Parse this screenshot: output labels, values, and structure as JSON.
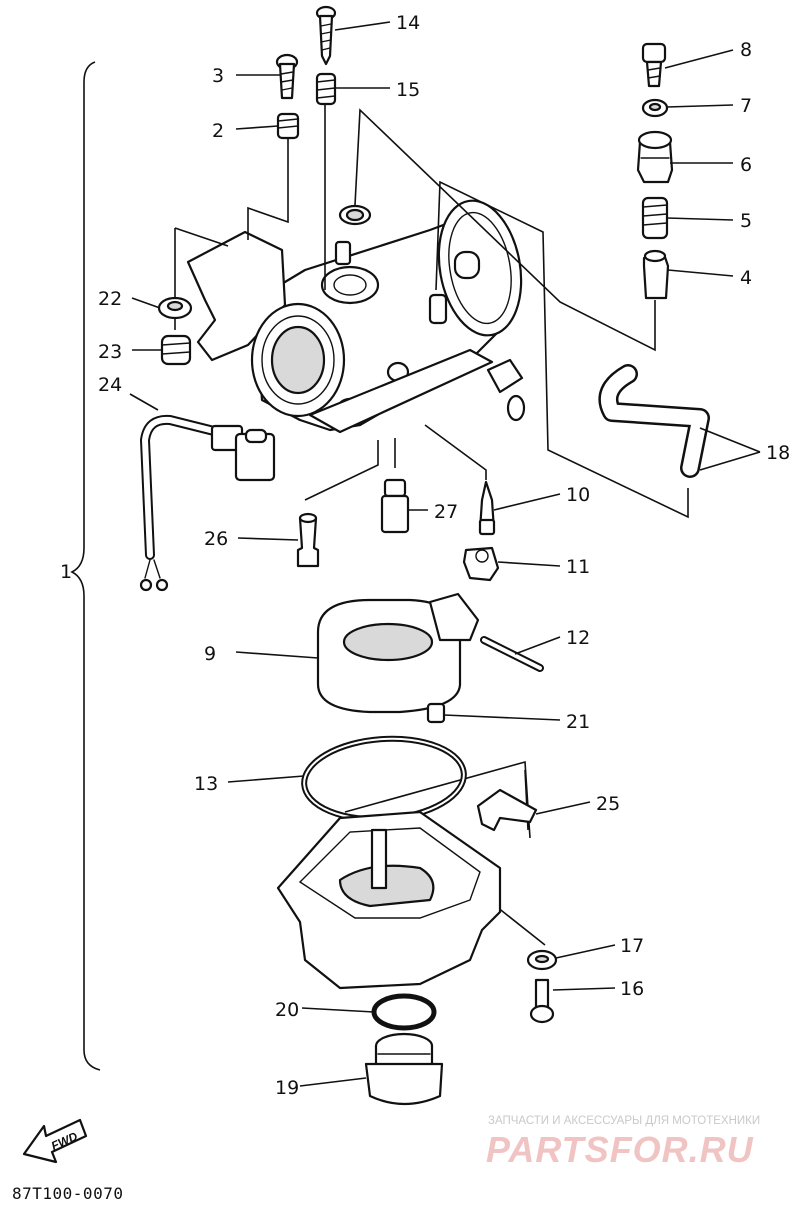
{
  "diagram_code": "87T100-0070",
  "forward_label": "FWD",
  "watermark": {
    "tagline": "ЗАПЧАСТИ И АКСЕССУАРЫ ДЛЯ МОТОТЕХНИКИ",
    "brand": "PARTSFOR.RU"
  },
  "callouts": {
    "n1": "1",
    "n2": "2",
    "n3": "3",
    "n4": "4",
    "n5": "5",
    "n6": "6",
    "n7": "7",
    "n8": "8",
    "n9": "9",
    "n10": "10",
    "n11": "11",
    "n12": "12",
    "n13": "13",
    "n14": "14",
    "n15": "15",
    "n16": "16",
    "n17": "17",
    "n18": "18",
    "n19": "19",
    "n20": "20",
    "n21": "21",
    "n22": "22",
    "n23": "23",
    "n24": "24",
    "n25": "25",
    "n26": "26",
    "n27": "27"
  }
}
